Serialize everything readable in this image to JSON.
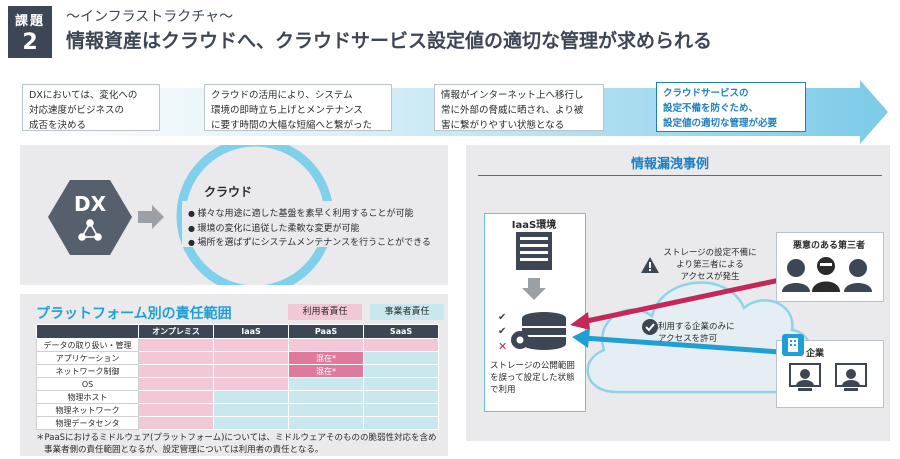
{
  "header": {
    "badge_top": "課題",
    "badge_num": "2",
    "subtitle": "～インフラストラクチャ～",
    "title": "情報資産はクラウドへ、クラウドサービス設定値の適切な管理が求められる"
  },
  "flow": {
    "steps": [
      {
        "line1": "DXにおいては、変化への",
        "line2": "対応速度がビジネスの",
        "line3": "成否を決める"
      },
      {
        "line1": "クラウドの活用により、システム",
        "line2": "環境の即時立ち上げとメンテナンス",
        "line3": "に要す時間の大幅な短縮へと繋がった"
      },
      {
        "line1": "情報がインターネット上へ移行し",
        "line2": "常に外部の脅威に晒され、より被",
        "line3": "害に繋がりやすい状態となる"
      },
      {
        "line1": "クラウドサービスの",
        "line2": "設定不備を防ぐため、",
        "line3": "設定値の適切な管理が必要"
      }
    ]
  },
  "dx": {
    "hex_label": "DX",
    "cloud_title": "クラウド",
    "bullets": [
      "様々な用途に適した基盤を素早く利用することが可能",
      "環境の変化に追従した柔軟な変更が可能",
      "場所を選ばずにシステムメンテナンスを行うことができる"
    ]
  },
  "responsibility": {
    "title": "プラットフォーム別の責任範囲",
    "legend_user": "利用者責任",
    "legend_operator": "事業者責任",
    "columns": [
      "オンプレミス",
      "IaaS",
      "PaaS",
      "SaaS"
    ],
    "rows": [
      {
        "label": "データの取り扱い・管理",
        "cells": [
          "u",
          "u",
          "u",
          "u"
        ],
        "texts": [
          "",
          "",
          "",
          ""
        ]
      },
      {
        "label": "アプリケーション",
        "cells": [
          "u",
          "u",
          "m",
          "o"
        ],
        "texts": [
          "",
          "",
          "混在*",
          ""
        ]
      },
      {
        "label": "ネットワーク制御",
        "cells": [
          "u",
          "u",
          "m",
          "o"
        ],
        "texts": [
          "",
          "",
          "混在*",
          ""
        ]
      },
      {
        "label": "OS",
        "cells": [
          "u",
          "u",
          "o",
          "o"
        ],
        "texts": [
          "",
          "",
          "",
          ""
        ]
      },
      {
        "label": "物理ホスト",
        "cells": [
          "u",
          "o",
          "o",
          "o"
        ],
        "texts": [
          "",
          "",
          "",
          ""
        ]
      },
      {
        "label": "物理ネットワーク",
        "cells": [
          "u",
          "o",
          "o",
          "o"
        ],
        "texts": [
          "",
          "",
          "",
          ""
        ]
      },
      {
        "label": "物理データセンタ",
        "cells": [
          "u",
          "o",
          "o",
          "o"
        ],
        "texts": [
          "",
          "",
          "",
          ""
        ]
      }
    ],
    "note_line1": "＊PaaSにおけるミドルウェア(プラットフォーム)については、ミドルウェアそのものの脆弱性対応を含め",
    "note_line2": "事業者側の責任範囲となるが、設定管理については利用者の責任となる。"
  },
  "case": {
    "title": "情報漏洩事例",
    "iaas_label": "IaaS環境",
    "storage_note_line1": "ストレージの公開範囲",
    "storage_note_line2": "を誤って設定した状態",
    "storage_note_line3": "で利用",
    "warn_line1": "ストレージの設定不備に",
    "warn_line2": "より第三者による",
    "warn_line3": "アクセスが発生",
    "allow_line1": "利用する企業のみに",
    "allow_line2": "アクセスを許可",
    "enemy_label": "悪意のある第三者",
    "corp_label": "企業"
  },
  "colors": {
    "navy": "#3c4654",
    "accent_blue": "#1f7fc0",
    "light_blue": "#6fbde0",
    "user_pink": "#f3c8d6",
    "operator_cyan": "#c8e8ee",
    "mixed_pink": "#e07a9c",
    "attack_red": "#c4285a"
  },
  "icons": [
    "shield-icon",
    "network-icon",
    "server-icon",
    "database-icon",
    "gear-icon",
    "checklist-icon",
    "warning-icon",
    "check-icon",
    "building-icon",
    "user-icon",
    "hacker-icon"
  ]
}
